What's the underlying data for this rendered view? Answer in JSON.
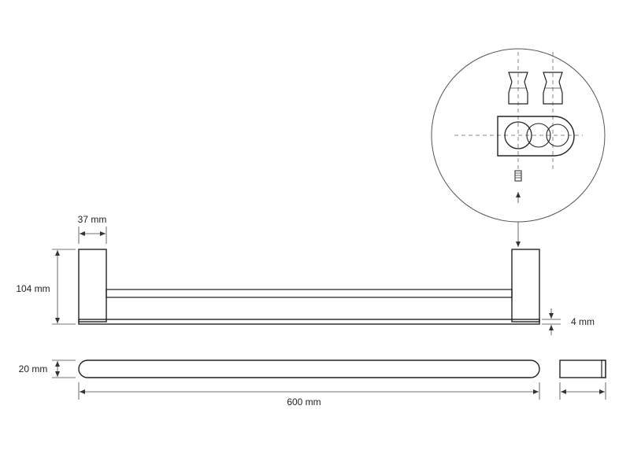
{
  "dimensions": {
    "bracket_width": "37 mm",
    "height": "104 mm",
    "base_thickness": "4 mm",
    "bar_thickness": "20 mm",
    "length": "600 mm"
  },
  "colors": {
    "line": "#222222",
    "dim_line": "#444444",
    "center_line": "#666666",
    "background": "#ffffff"
  }
}
